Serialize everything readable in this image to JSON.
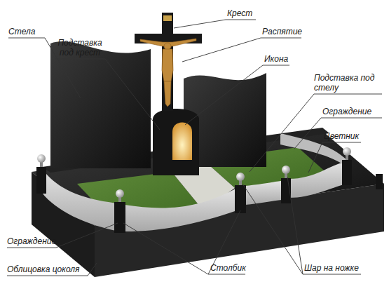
{
  "diagram": {
    "labels": [
      "Стела",
      "Подставка под крест",
      "Крест",
      "Распятие",
      "Икона",
      "Подставка под стелу",
      "Ограждение",
      "Цветник",
      "Ограждение",
      "Облицовка цоколя",
      "Столбик",
      "Шар на ножке"
    ]
  }
}
